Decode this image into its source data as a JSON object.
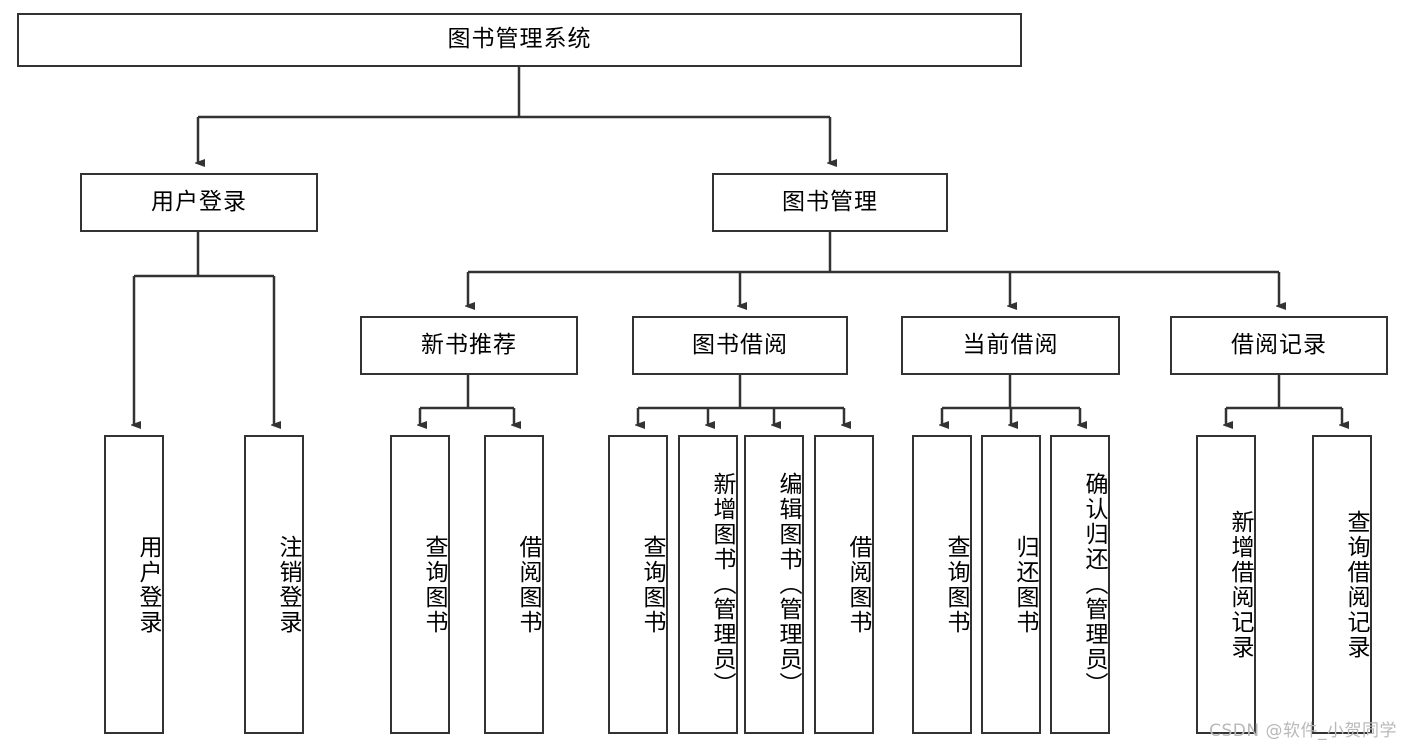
{
  "diagram": {
    "type": "tree-hierarchy",
    "title": "图书管理系统",
    "root": {
      "id": "root",
      "label": "图书管理系统",
      "orientation": "horizontal"
    },
    "level2": [
      {
        "id": "user-login",
        "label": "用户登录",
        "orientation": "horizontal"
      },
      {
        "id": "book-manage",
        "label": "图书管理",
        "orientation": "horizontal"
      }
    ],
    "level3": [
      {
        "id": "new-book-recommend",
        "label": "新书推荐",
        "orientation": "horizontal",
        "parent": "book-manage"
      },
      {
        "id": "book-borrow",
        "label": "图书借阅",
        "orientation": "horizontal",
        "parent": "book-manage"
      },
      {
        "id": "current-borrow",
        "label": "当前借阅",
        "orientation": "horizontal",
        "parent": "book-manage"
      },
      {
        "id": "borrow-record",
        "label": "借阅记录",
        "orientation": "horizontal",
        "parent": "book-manage"
      }
    ],
    "leaves": {
      "user_login": [
        {
          "id": "leaf-user-login",
          "label": "用户登录"
        },
        {
          "id": "leaf-user-logout",
          "label": "注销登录"
        }
      ],
      "new_book_recommend": [
        {
          "id": "leaf-query-book-1",
          "label": "查询图书"
        },
        {
          "id": "leaf-borrow-book-1",
          "label": "借阅图书"
        }
      ],
      "book_borrow": [
        {
          "id": "leaf-query-book-2",
          "label": "查询图书"
        },
        {
          "id": "leaf-add-book",
          "label": "新增图书（管理员）"
        },
        {
          "id": "leaf-edit-book",
          "label": "编辑图书（管理员）"
        },
        {
          "id": "leaf-borrow-book-2",
          "label": "借阅图书"
        }
      ],
      "current_borrow": [
        {
          "id": "leaf-query-book-3",
          "label": "查询图书"
        },
        {
          "id": "leaf-return-book",
          "label": "归还图书"
        },
        {
          "id": "leaf-confirm-return",
          "label": "确认归还（管理员）"
        }
      ],
      "borrow_record": [
        {
          "id": "leaf-add-record",
          "label": "新增借阅记录"
        },
        {
          "id": "leaf-query-record",
          "label": "查询借阅记录"
        }
      ]
    },
    "colors": {
      "stroke": "#333333",
      "fill": "#ffffff",
      "text": "#000000",
      "watermark": "#b9b9b9"
    }
  },
  "watermark": {
    "text": "CSDN @软件_小贺同学"
  }
}
